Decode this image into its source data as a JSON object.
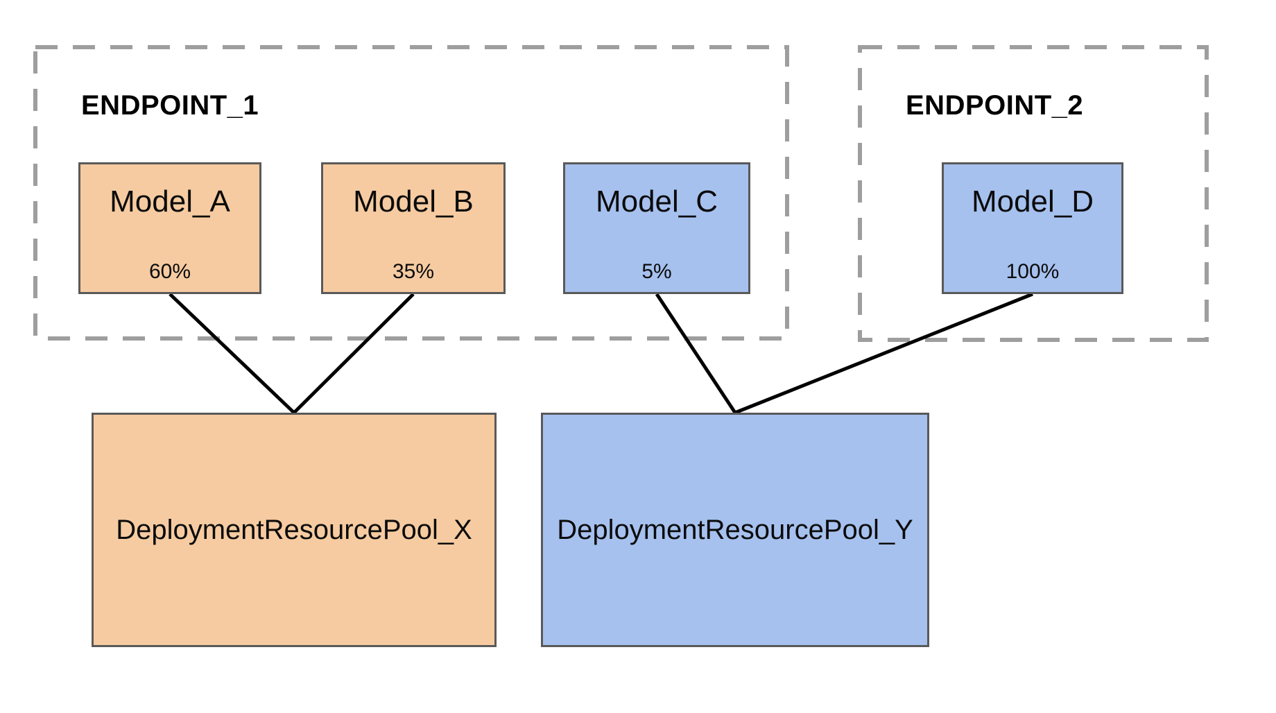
{
  "diagram": {
    "colors": {
      "model_group_orange": "#f6cba1",
      "model_group_blue": "#a6c1ee",
      "box_border": "#595959",
      "endpoint_dashed_border": "#9e9e9e",
      "connector_line": "#000000",
      "text": "#000000"
    },
    "endpoints": [
      {
        "label": "ENDPOINT_1",
        "models": [
          {
            "name": "Model_A",
            "traffic": "60%",
            "color": "#f6cba1"
          },
          {
            "name": "Model_B",
            "traffic": "35%",
            "color": "#f6cba1"
          },
          {
            "name": "Model_C",
            "traffic": "5%",
            "color": "#a6c1ee"
          }
        ]
      },
      {
        "label": "ENDPOINT_2",
        "models": [
          {
            "name": "Model_D",
            "traffic": "100%",
            "color": "#a6c1ee"
          }
        ]
      }
    ],
    "pools": [
      {
        "label": "DeploymentResourcePool_X",
        "color": "#f6cba1"
      },
      {
        "label": "DeploymentResourcePool_Y",
        "color": "#a6c1ee"
      }
    ],
    "connections": [
      {
        "from": "Model_A",
        "to": "DeploymentResourcePool_X"
      },
      {
        "from": "Model_B",
        "to": "DeploymentResourcePool_X"
      },
      {
        "from": "Model_C",
        "to": "DeploymentResourcePool_Y"
      },
      {
        "from": "Model_D",
        "to": "DeploymentResourcePool_Y"
      }
    ]
  }
}
